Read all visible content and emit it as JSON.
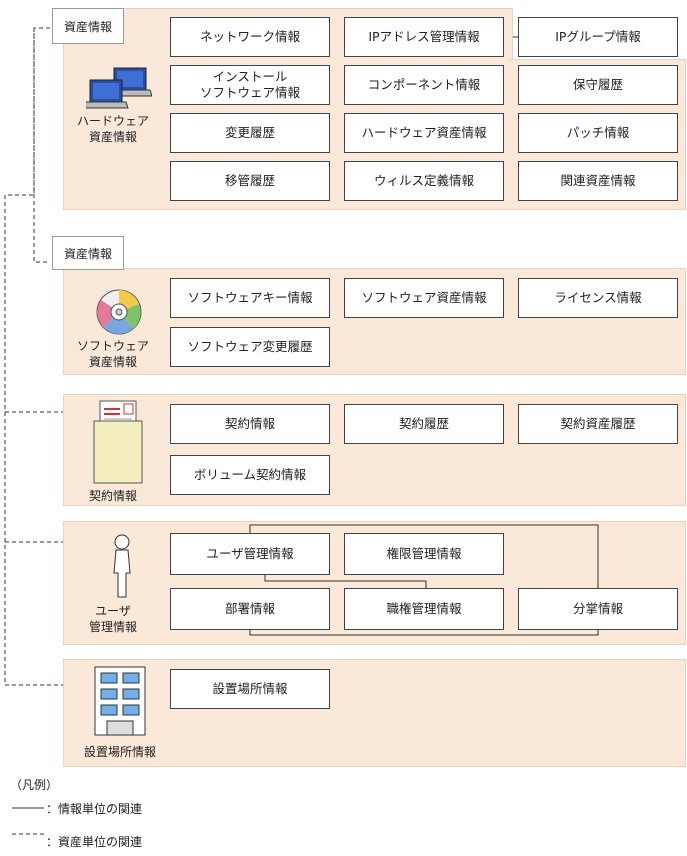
{
  "tab_label": "資産情報",
  "hardware": {
    "label": "ハードウェア\n資産情報",
    "boxes": [
      "ネットワーク情報",
      "IPアドレス管理情報",
      "IPグループ情報",
      "インストール\nソフトウェア情報",
      "コンポーネント情報",
      "保守履歴",
      "変更履歴",
      "ハードウェア資産情報",
      "パッチ情報",
      "移管履歴",
      "ウィルス定義情報",
      "関連資産情報"
    ]
  },
  "software": {
    "label": "ソフトウェア\n資産情報",
    "boxes": [
      "ソフトウェアキー情報",
      "ソフトウェア資産情報",
      "ライセンス情報",
      "ソフトウェア変更履歴"
    ]
  },
  "contract": {
    "label": "契約情報",
    "boxes": [
      "契約情報",
      "契約履歴",
      "契約資産履歴",
      "ボリューム契約情報"
    ]
  },
  "user": {
    "label": "ユーザ\n管理情報",
    "boxes": [
      "ユーザ管理情報",
      "権限管理情報",
      "部署情報",
      "職権管理情報",
      "分掌情報"
    ]
  },
  "location": {
    "label": "設置場所情報",
    "boxes": [
      "設置場所情報"
    ]
  },
  "legend": {
    "title": "（凡例）",
    "solid": "：情報単位の関連",
    "dashed": "：資産単位の関連"
  }
}
